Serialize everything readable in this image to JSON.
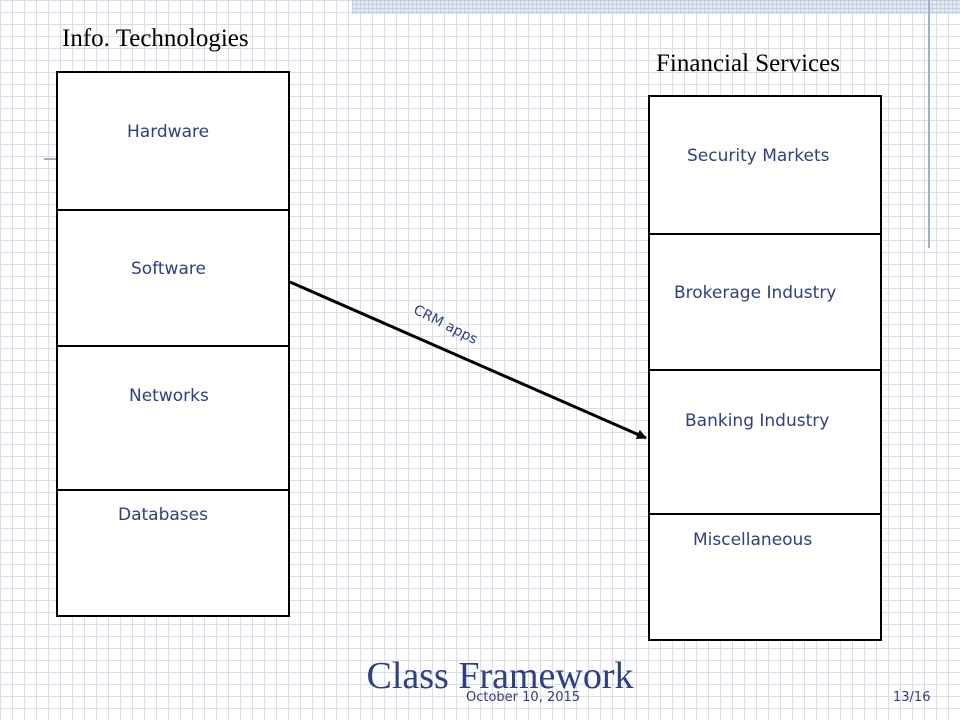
{
  "left_column": {
    "heading": "Info. Technologies",
    "cells": [
      "Hardware",
      "Software",
      "Networks",
      "Databases"
    ]
  },
  "right_column": {
    "heading": "Financial Services",
    "cells": [
      "Security Markets",
      "Brokerage Industry",
      "Banking Industry",
      "Miscellaneous"
    ]
  },
  "connector": {
    "label": "CRM apps",
    "from": "Software",
    "to": "Banking Industry"
  },
  "slide": {
    "title": "Class Framework",
    "date": "October 10, 2015",
    "page": "13/16"
  }
}
